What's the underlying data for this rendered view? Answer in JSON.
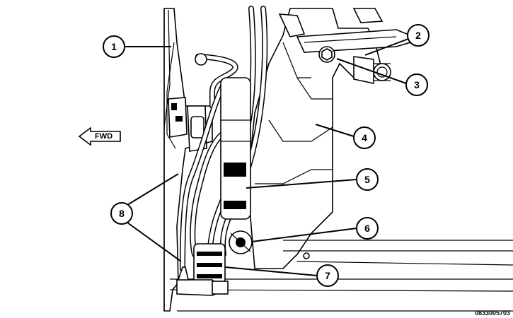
{
  "figure": {
    "image_code": "0833005703",
    "direction_label": "FWD"
  },
  "callouts": [
    {
      "id": "callout-1",
      "number": "1"
    },
    {
      "id": "callout-2",
      "number": "2"
    },
    {
      "id": "callout-3",
      "number": "3"
    },
    {
      "id": "callout-4",
      "number": "4"
    },
    {
      "id": "callout-5",
      "number": "5"
    },
    {
      "id": "callout-6",
      "number": "6"
    },
    {
      "id": "callout-7",
      "number": "7"
    },
    {
      "id": "callout-8",
      "number": "8"
    }
  ]
}
